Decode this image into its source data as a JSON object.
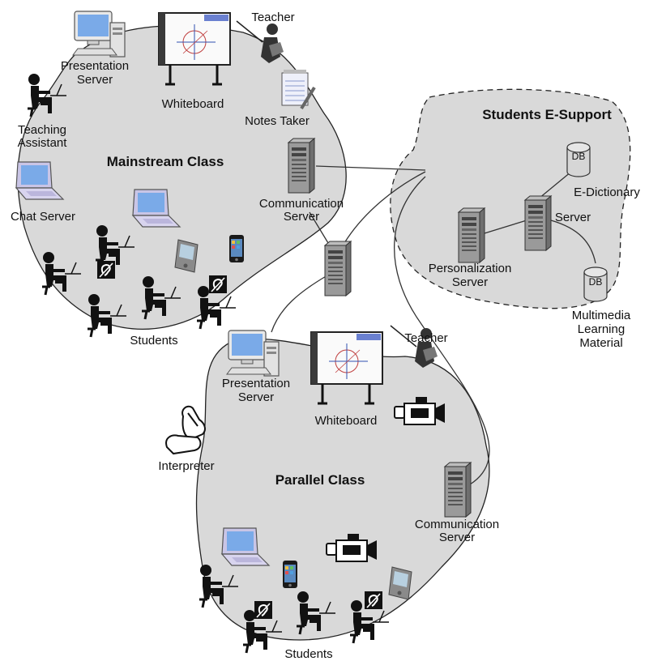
{
  "regions": {
    "mainstream": "Mainstream Class",
    "parallel": "Parallel Class",
    "support": "Students E-Support"
  },
  "labels": {
    "presentation_server_1": [
      "Presentation",
      "Server"
    ],
    "whiteboard_1": "Whiteboard",
    "teacher_1": "Teacher",
    "notes_taker": "Notes Taker",
    "teaching_assistant": [
      "Teaching",
      "Assistant"
    ],
    "chat_server": "Chat Server",
    "communication_server_1": [
      "Communication",
      "Server"
    ],
    "students_1": "Students",
    "e_dictionary": "E-Dictionary",
    "server": "Server",
    "personalization_server": [
      "Personalization",
      "Server"
    ],
    "multimedia": [
      "Multimedia",
      "Learning",
      "Material"
    ],
    "presentation_server_2": [
      "Presentation",
      "Server"
    ],
    "whiteboard_2": "Whiteboard",
    "teacher_2": "Teacher",
    "interpreter": "Interpreter",
    "communication_server_2": [
      "Communication",
      "Server"
    ],
    "students_2": "Students",
    "db": "DB"
  },
  "colors": {
    "region_fill": "#d9d9d9",
    "region_stroke": "#222222",
    "server": "#8a8a8a",
    "screen": "#7aaae8"
  }
}
